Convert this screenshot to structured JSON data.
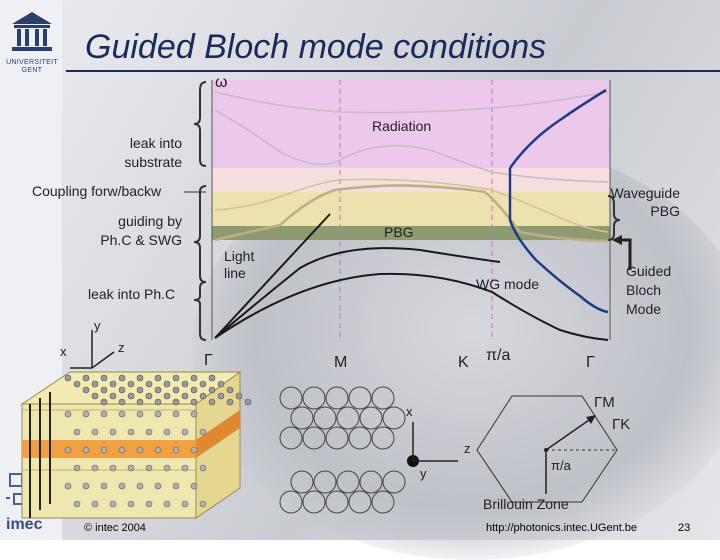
{
  "slide": {
    "title": "Guided Bloch mode conditions",
    "page_number": "23",
    "copyright": "© intec 2004",
    "url": "http://photonics.intec.UGent.be",
    "logo_ugent_lines": [
      "UNIVERSITEIT",
      "GENT"
    ],
    "logo_imec": "imec"
  },
  "band_diagram": {
    "omega_label": "ω",
    "radiation_label": "Radiation",
    "pbg_label": "PBG",
    "light_line_label": [
      "Light",
      "line"
    ],
    "wg_mode_label": "WG mode",
    "waveguide_pbg_label": [
      "Waveguide",
      "PBG"
    ],
    "guided_bloch_label": [
      "Guided",
      "Bloch",
      "Mode"
    ],
    "k_points": [
      "Γ",
      "M",
      "K",
      "π/a",
      "Γ"
    ]
  },
  "left_labels": {
    "leak_substrate": [
      "leak into",
      "substrate"
    ],
    "coupling": "Coupling forw/backw",
    "guiding": [
      "guiding by",
      "Ph.C & SWG"
    ],
    "leak_phc": "leak into Ph.C"
  },
  "axes_3d": {
    "y": "y",
    "x": "x",
    "z": "z"
  },
  "lattice": {
    "x": "x",
    "z": "z",
    "y": "y"
  },
  "brillouin": {
    "gm": "ΓM",
    "gk": "ΓK",
    "pi_a": "π/a",
    "zone_label": "Brillouin Zone"
  },
  "colors": {
    "radiation": "#ecc8ec",
    "coupling_band": "#f6dede",
    "pbg_band": "#eee1b0",
    "wg_pbg_band": "#8e9a70",
    "guided_curve": "#1c3c86",
    "band_curve": "#bfae84",
    "title": "#1a2a5a"
  }
}
